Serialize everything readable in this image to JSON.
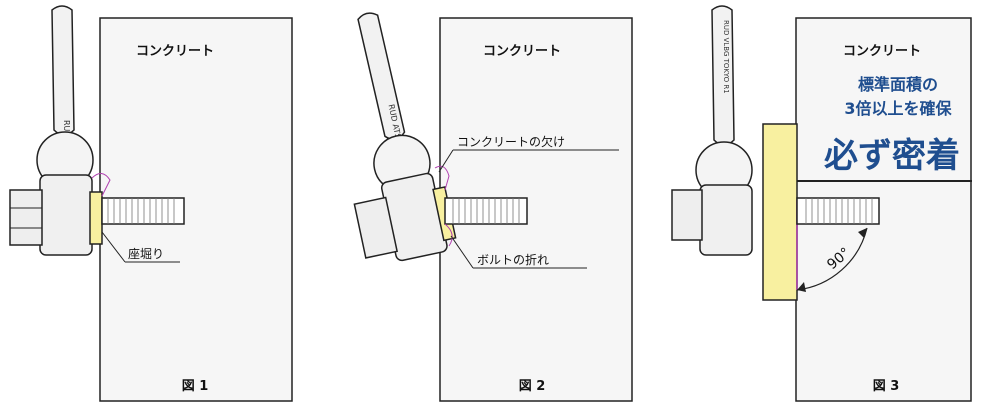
{
  "figures": [
    {
      "wall_label": "コンクリート",
      "caption": "図 1",
      "annotation": "座堀り",
      "engraving": "RUD ATSUD"
    },
    {
      "wall_label": "コンクリート",
      "caption": "図 2",
      "annotation_top": "コンクリートの欠け",
      "annotation_bottom": "ボルトの折れ",
      "engraving": "RUD ATSUD"
    },
    {
      "wall_label": "コンクリート",
      "caption": "図 3",
      "callout_line1": "標準面積の",
      "callout_line2": "3倍以上を確保",
      "callout_big": "必ず密着",
      "angle_label": "90°",
      "engraving": "RUD VLBG TOKYO R1"
    }
  ],
  "colors": {
    "washer": "#f8f0a0",
    "callout_text": "#1f4e8f",
    "highlight": "#b040b0",
    "wall": "#f6f6f6",
    "line": "#222222"
  }
}
